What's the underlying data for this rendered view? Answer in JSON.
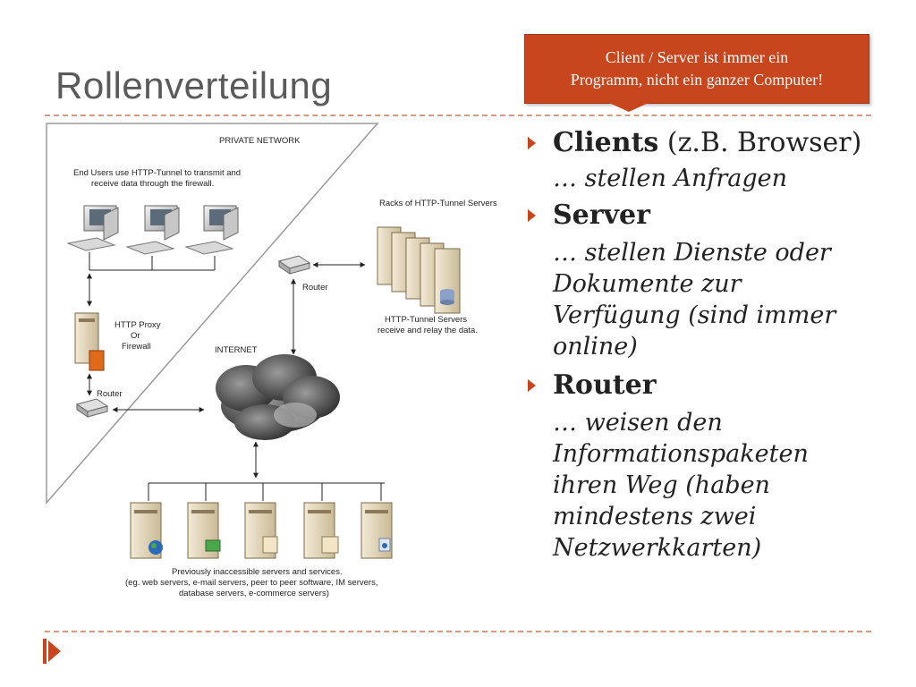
{
  "slide": {
    "title": "Rollenverteilung",
    "callout": {
      "line1": "Client / Server ist immer ein",
      "line2": "Programm, nicht ein ganzer Computer!"
    }
  },
  "bullets": [
    {
      "head_bold": "Clients",
      "head_rest": " (z.B. Browser)",
      "sub": "… stellen Anfragen"
    },
    {
      "head_bold": "Server",
      "head_rest": "",
      "sub": "… stellen Dienste oder Dokumente zur Verfügung (sind immer online)"
    },
    {
      "head_bold": "Router",
      "head_rest": "",
      "sub": "… weisen den Informationspaketen ihren Weg (haben mindestens zwei Netzwerkkarten)"
    }
  ],
  "diagram": {
    "private_network": "PRIVATE NETWORK",
    "end_users_1": "End Users use HTTP-Tunnel to transmit and",
    "end_users_2": "receive data through the firewall.",
    "racks_label": "Racks of HTTP-Tunnel Servers",
    "router_label": "Router",
    "tunnel_servers_1": "HTTP-Tunnel Servers",
    "tunnel_servers_2": "receive and relay the data.",
    "proxy_1": "HTTP Proxy",
    "proxy_2": "Or",
    "proxy_3": "Firewall",
    "internet": "INTERNET",
    "bottom_1": "Previously inaccessible servers and services.",
    "bottom_2": "(eg. web servers, e-mail servers, peer to peer software, IM servers,",
    "bottom_3": "database servers, e-commerce servers)"
  },
  "colors": {
    "accent": "#c8461e",
    "title": "#5a5a5a",
    "rule": "#d49a82"
  }
}
